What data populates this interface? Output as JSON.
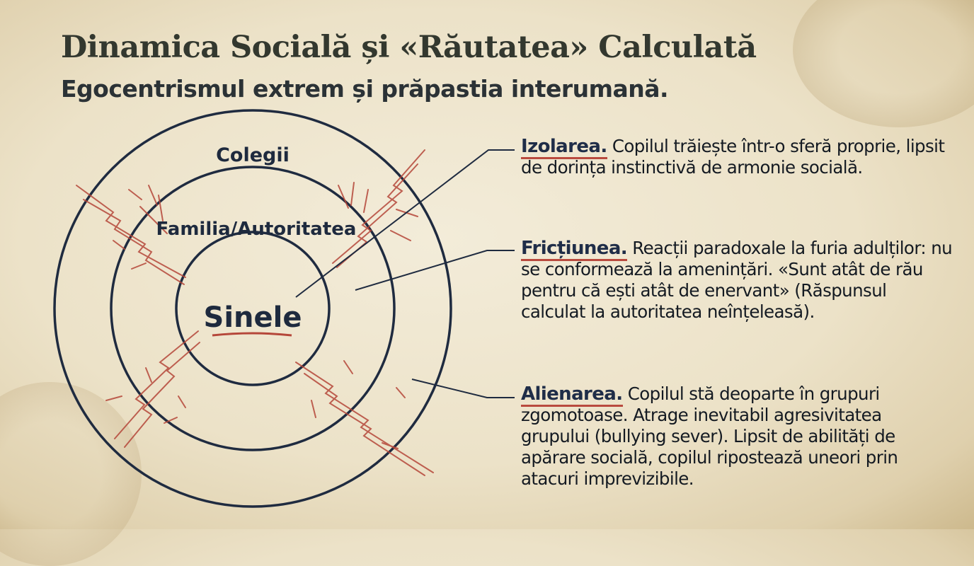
{
  "title": "Dinamica Socială și «Răutatea» Calculată",
  "subtitle": "Egocentrismul extrem și prăpastia interumană.",
  "diagram": {
    "rings": {
      "outer": "Colegii",
      "middle": "Familia/Autoritatea",
      "inner": "Sinele"
    },
    "colors": {
      "ring_stroke": "#1f2b40",
      "friction_marks": "#b5473a",
      "leader_lines": "#1f2b40"
    }
  },
  "points": [
    {
      "heading": "Izolarea.",
      "text": "Copilul trăiește într-o sferă proprie, lipsit de dorința instinctivă de armonie socială."
    },
    {
      "heading": "Fricțiunea.",
      "text": "Reacții paradoxale la furia adulților: nu se conformează la amenințări. «Sunt atât de rău pentru că ești atât de enervant» (Răspunsul calculat la autoritatea neînțeleasă)."
    },
    {
      "heading": "Alienarea.",
      "text": "Copilul stă deoparte în grupuri zgomotoase. Atrage inevitabil agresivitatea grupului (bullying sever). Lipsit de abilități de apărare socială, copilul ripostează uneori prin atacuri imprevizibile."
    }
  ]
}
